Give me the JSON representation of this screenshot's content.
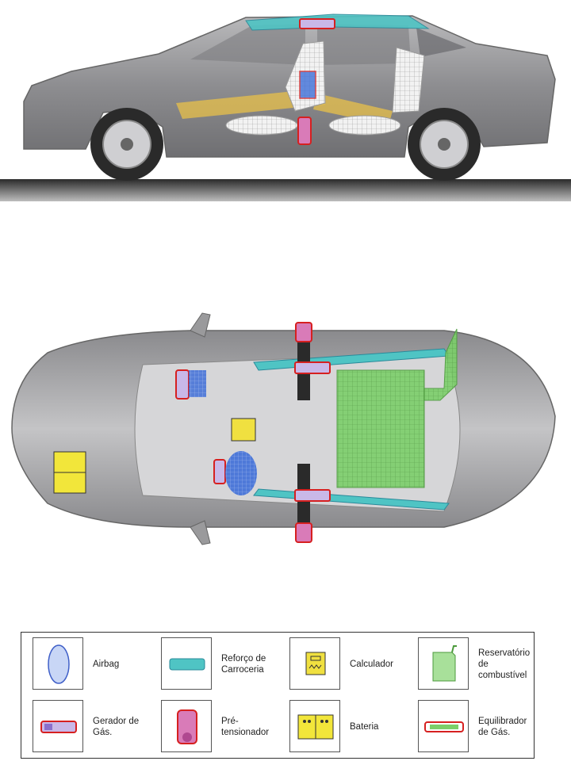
{
  "legend": {
    "items": [
      {
        "id": "airbag",
        "label": "Airbag",
        "icon": "airbag-icon",
        "color": "#6f8fe0"
      },
      {
        "id": "reforco",
        "label": "Reforço de\nCarroceria",
        "icon": "body-reinforcement-icon",
        "color": "#4fc4c4"
      },
      {
        "id": "calculador",
        "label": "Calculador",
        "icon": "calculator-icon",
        "color": "#f0e040"
      },
      {
        "id": "reservatorio",
        "label": "Reservatório\nde\ncombustível",
        "icon": "fuel-tank-icon",
        "color": "#7ccf6a"
      },
      {
        "id": "gerador",
        "label": "Gerador de\nGás.",
        "icon": "gas-generator-icon",
        "color": "#c9b8e8"
      },
      {
        "id": "pretensionador",
        "label": "Pré-tensionador",
        "icon": "pretensioner-icon",
        "color": "#d97bb8"
      },
      {
        "id": "bateria",
        "label": "Bateria",
        "icon": "battery-icon",
        "color": "#f2e63a"
      },
      {
        "id": "equilibrador",
        "label": "Equilibrador\nde Gás.",
        "icon": "gas-balancer-icon",
        "color": "#7ccf6a"
      }
    ]
  },
  "colors": {
    "body": "#9a9a9c",
    "outline": "#d62020",
    "reinforcement": "#4fc4c4",
    "airbag": "#3f6fd8",
    "fuel": "#7ccf6a",
    "battery": "#f2e63a",
    "structure": "#e8c04a"
  }
}
